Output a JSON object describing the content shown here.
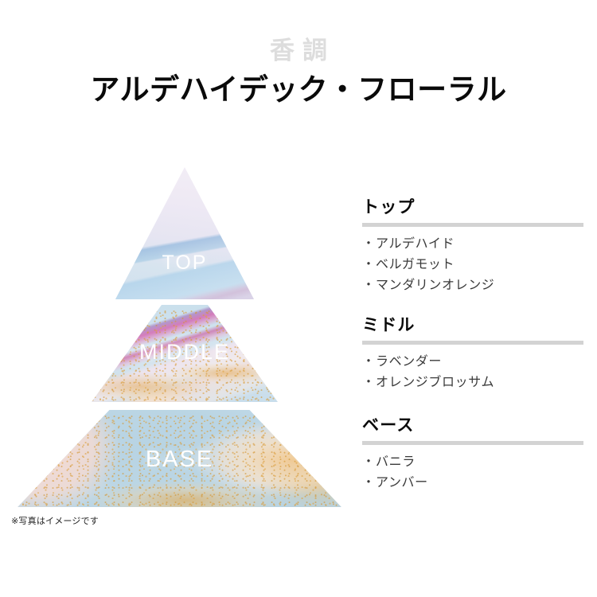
{
  "header": {
    "eyebrow": "香調",
    "title": "アルデハイデック・フローラル"
  },
  "pyramid": {
    "bands": [
      {
        "id": "top",
        "label": "TOP"
      },
      {
        "id": "middle",
        "label": "MIDDLE"
      },
      {
        "id": "base",
        "label": "BASE"
      }
    ],
    "footnote": "※写真はイメージです"
  },
  "notes": {
    "groups": [
      {
        "heading": "トップ",
        "items": [
          {
            "bullet": "・",
            "text": "アルデハイド"
          },
          {
            "bullet": "・",
            "text": "ベルガモット"
          },
          {
            "bullet": "・",
            "text": "マンダリンオレンジ"
          }
        ]
      },
      {
        "heading": "ミドル",
        "items": [
          {
            "bullet": "・",
            "text": "ラベンダー"
          },
          {
            "bullet": "・",
            "text": "オレンジブロッサム"
          }
        ]
      },
      {
        "heading": "ベース",
        "items": [
          {
            "bullet": "・",
            "text": "バニラ"
          },
          {
            "bullet": "・",
            "text": "アンバー"
          }
        ]
      }
    ]
  },
  "colors": {
    "background": "#ffffff",
    "eyebrow_gray": "#dddddd",
    "title_black": "#0a0a0a",
    "rule_gray": "#d3d3d3",
    "note_text": "#3a3a3a",
    "band_label_white": "#ffffff",
    "watercolor_blue": "#bfd8e6",
    "watercolor_pink": "#f6dad2",
    "watercolor_lavender": "#e6e5f2",
    "watercolor_magenta": "#d65aaa",
    "watercolor_gold": "#e8a846"
  }
}
